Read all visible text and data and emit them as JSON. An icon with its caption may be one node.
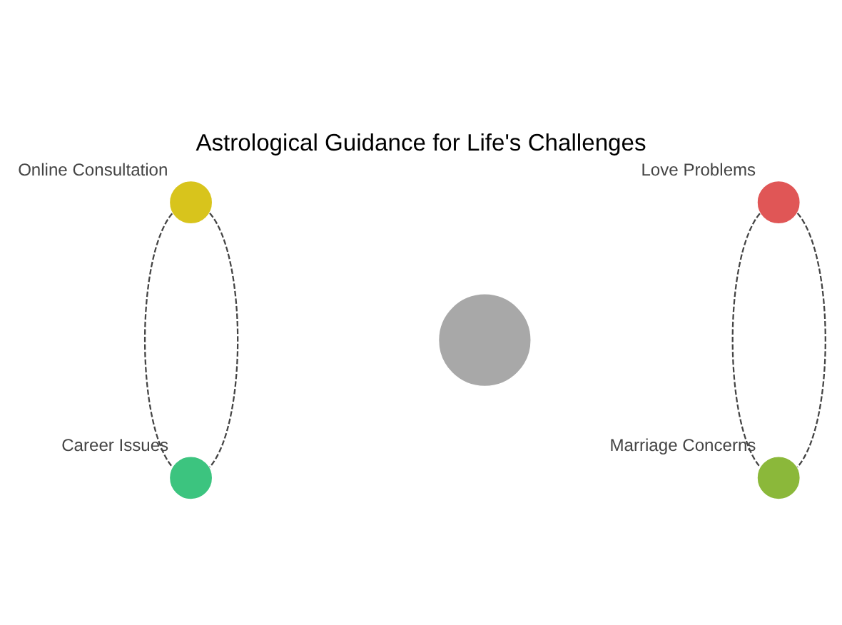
{
  "diagram": {
    "title": "Astrological Guidance for Life's Challenges",
    "nodes": [
      {
        "text": [],
        "shape": "circle",
        "beside": [
          "Online Consultation"
        ]
      },
      {
        "text": [],
        "shape": "circle",
        "beside": [
          "Love Problems"
        ]
      },
      {
        "text": [],
        "shape": "circle"
      },
      {
        "text": [],
        "shape": "circle",
        "beside": [
          "Marriage Concerns"
        ]
      },
      {
        "text": [],
        "shape": "circle",
        "beside": [
          "Career Issues"
        ]
      }
    ],
    "edges": [
      {
        "from": 0,
        "to": 4,
        "arrow": "none",
        "style": "dashed"
      },
      {
        "from": 0,
        "to": 4,
        "arrow": "none",
        "style": "dashed"
      },
      {
        "from": 1,
        "to": 3,
        "arrow": "none",
        "style": "dashed"
      },
      {
        "from": 1,
        "to": 3,
        "arrow": "none",
        "style": "dashed"
      }
    ]
  }
}
